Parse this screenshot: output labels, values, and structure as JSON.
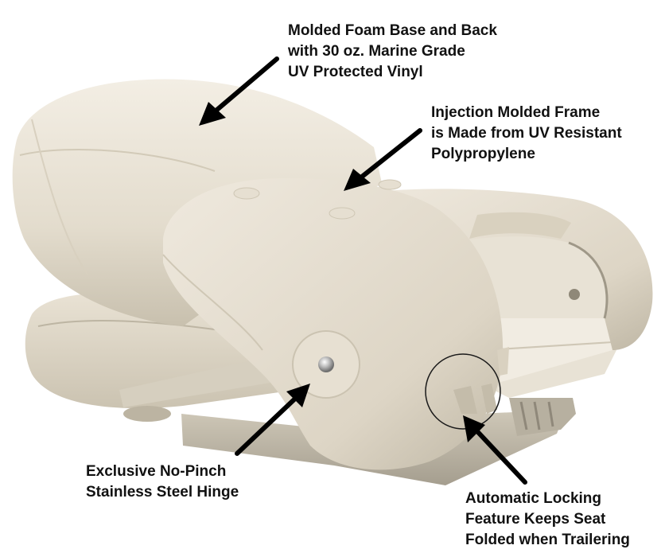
{
  "callouts": {
    "foam": {
      "lines": [
        "Molded Foam Base and Back",
        "with 30 oz. Marine Grade",
        "UV Protected Vinyl"
      ]
    },
    "frame": {
      "lines": [
        "Injection Molded Frame",
        "is Made from UV Resistant",
        "Polypropylene"
      ]
    },
    "hinge": {
      "lines": [
        "Exclusive No-Pinch",
        "Stainless Steel Hinge"
      ]
    },
    "locking": {
      "lines": [
        "Automatic Locking",
        "Feature Keeps Seat",
        "Folded when Trailering"
      ]
    }
  },
  "colors": {
    "seat_light": "#ece6d9",
    "seat_mid": "#ddd6c6",
    "seat_shadow": "#b9b2a2",
    "frame_dark": "#a8a294",
    "arrow": "#000000",
    "text": "#111111"
  }
}
